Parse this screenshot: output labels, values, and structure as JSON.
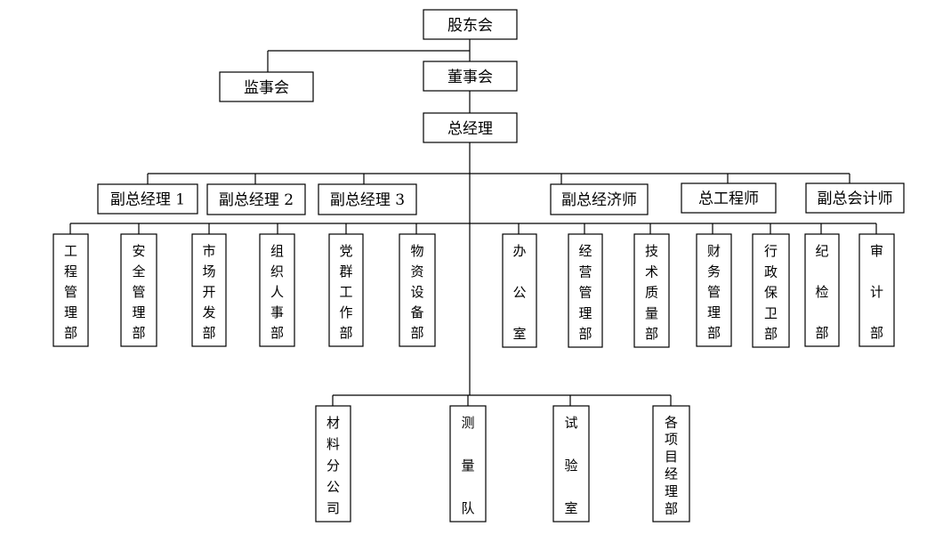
{
  "org_chart": {
    "top": {
      "shareholders": "股东会",
      "board": "董事会",
      "supervisors": "监事会",
      "general_manager": "总经理"
    },
    "executives": [
      "副总经理 1",
      "副总经理 2",
      "副总经理 3",
      "副总经济师",
      "总工程师",
      "副总会计师"
    ],
    "departments": [
      "工程管理部",
      "安全管理部",
      "市场开发部",
      "组织人事部",
      "党群工作部",
      "物资设备部",
      "办公室",
      "经营管理部",
      "技术质量部",
      "财务管理部",
      "行政保卫部",
      "纪检部",
      "审计部"
    ],
    "subsidiaries": [
      "材料分公司",
      "测量队",
      "试验室",
      "各项目经理部"
    ]
  }
}
